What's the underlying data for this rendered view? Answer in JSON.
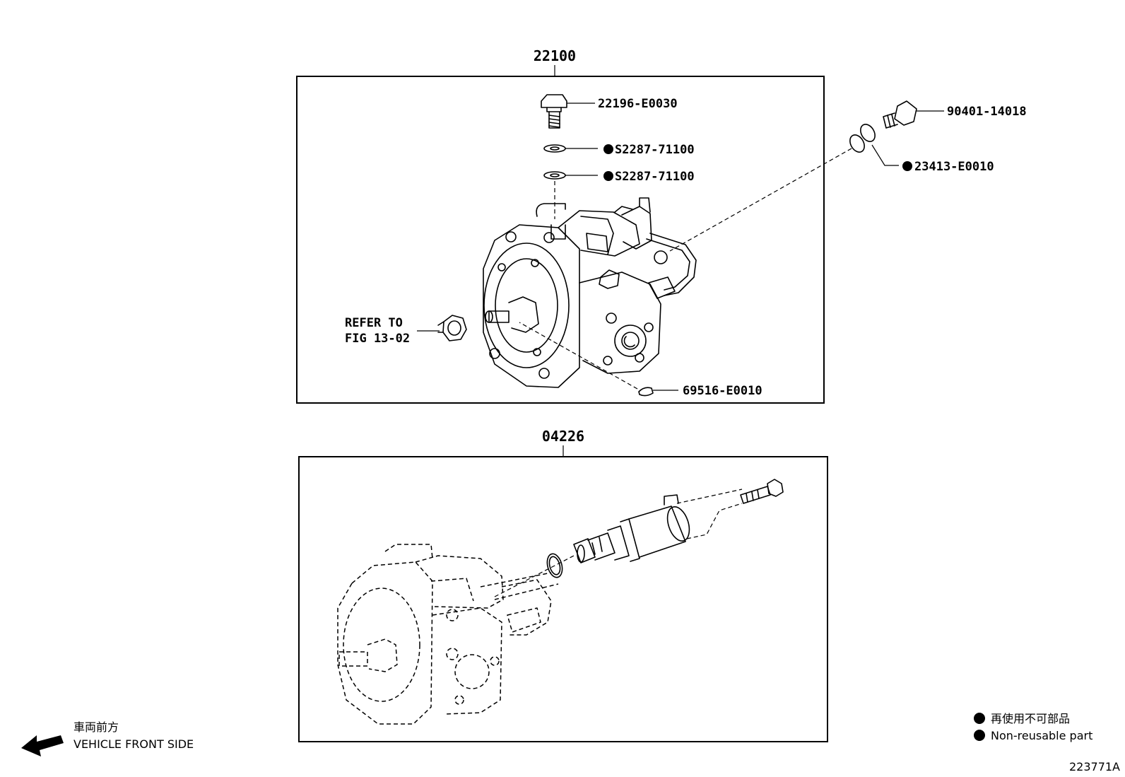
{
  "groups": [
    {
      "id": "top",
      "number": "22100"
    },
    {
      "id": "bottom",
      "number": "04226"
    }
  ],
  "callouts": [
    {
      "id": "bleeder-plug",
      "part_no": "22196-E0030",
      "non_reusable": false
    },
    {
      "id": "gasket-upper",
      "part_no": "S2287-71100",
      "non_reusable": true
    },
    {
      "id": "gasket-lower",
      "part_no": "S2287-71100",
      "non_reusable": true
    },
    {
      "id": "union-bolt",
      "part_no": "90401-14018",
      "non_reusable": false
    },
    {
      "id": "union-gasket",
      "part_no": "23413-E0010",
      "non_reusable": true
    },
    {
      "id": "woodruff-key",
      "part_no": "69516-E0010",
      "non_reusable": false
    }
  ],
  "refer": {
    "line1": "REFER TO",
    "line2": "FIG 13-02"
  },
  "legend": {
    "japanese": "再使用不可部品",
    "english": "Non-reusable part"
  },
  "vehicle_front": {
    "japanese": "車両前方",
    "english": "VEHICLE FRONT SIDE"
  },
  "figure_id": "223771A"
}
